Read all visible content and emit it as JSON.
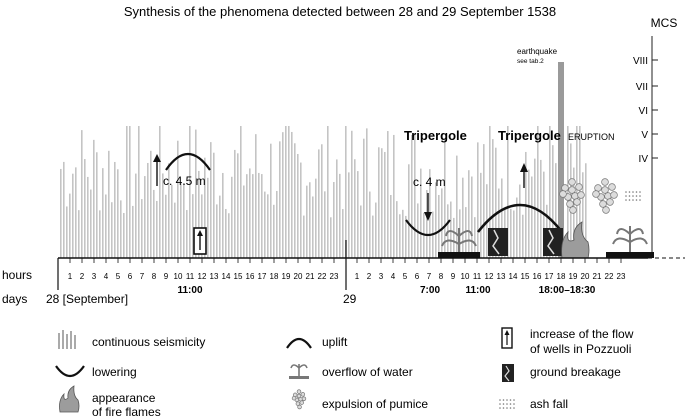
{
  "title": "Synthesis of the phenomena detected between 28 and 29 September 1538",
  "mcs": {
    "label": "MCS",
    "levels": [
      "VIII",
      "VII",
      "VI",
      "V",
      "IV"
    ]
  },
  "axis": {
    "hours_label": "hours",
    "days_label": "days",
    "day1_hours": [
      "1",
      "2",
      "3",
      "4",
      "5",
      "6",
      "7",
      "8",
      "9",
      "10",
      "11",
      "12",
      "13",
      "14",
      "15",
      "16",
      "17",
      "18",
      "19",
      "20",
      "21",
      "22",
      "23"
    ],
    "day2_hours": [
      "1",
      "2",
      "3",
      "4",
      "5",
      "6",
      "7",
      "8",
      "9",
      "10",
      "11",
      "12",
      "13",
      "14",
      "15",
      "16",
      "17",
      "18",
      "19",
      "20",
      "21",
      "22",
      "23"
    ],
    "day1_label": "28 [September]",
    "day2_label": "29",
    "time_markers": [
      "11:00",
      "7:00",
      "11:00",
      "18:00–18:30"
    ]
  },
  "annotations": {
    "uplift_1": "c. 4.5 m",
    "lowering": "c. 4 m",
    "tripergole_1": "Tripergole",
    "tripergole_2": "Tripergole",
    "eruption": "ERUPTION",
    "earthquake": "earthquake",
    "see_tab": "see tab.2"
  },
  "legend": [
    {
      "icon": "continuous-seismicity-icon",
      "label": "continuous seismicity"
    },
    {
      "icon": "uplift-icon",
      "label": "uplift"
    },
    {
      "icon": "well-flow-icon",
      "label": "increase of the flow of wells in Pozzuoli"
    },
    {
      "icon": "lowering-icon",
      "label": "lowering"
    },
    {
      "icon": "water-overflow-icon",
      "label": "overflow of water"
    },
    {
      "icon": "ground-breakage-icon",
      "label": "ground breakage"
    },
    {
      "icon": "fire-flames-icon",
      "label": "appearance of fire flames"
    },
    {
      "icon": "pumice-icon",
      "label": "expulsion of pumice"
    },
    {
      "icon": "ash-fall-icon",
      "label": "ash fall"
    }
  ]
}
